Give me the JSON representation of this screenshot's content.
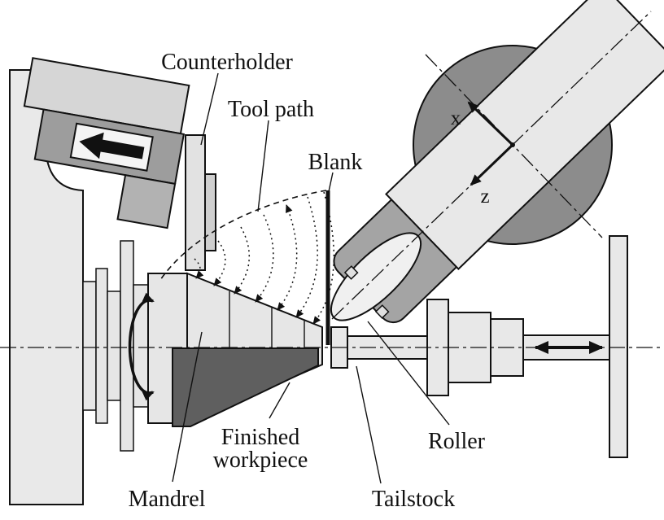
{
  "diagram": {
    "labels": {
      "counterholder": "Counterholder",
      "tool_path": "Tool path",
      "blank": "Blank",
      "axis_x": "x",
      "axis_z": "z",
      "mandrel": "Mandrel",
      "finished_workpiece_line1": "Finished",
      "finished_workpiece_line2": "workpiece",
      "roller": "Roller",
      "tailstock": "Tailstock"
    },
    "colors": {
      "background": "#ffffff",
      "outline": "#111111",
      "light_part": "#e8e8e8",
      "mid_part": "#b2b2b2",
      "dark_block": "#9d9d9d",
      "roller_disc": "#8c8c8c",
      "finished_workpiece": "#5f5f5f",
      "roller_body": "#f0f0f0"
    }
  }
}
